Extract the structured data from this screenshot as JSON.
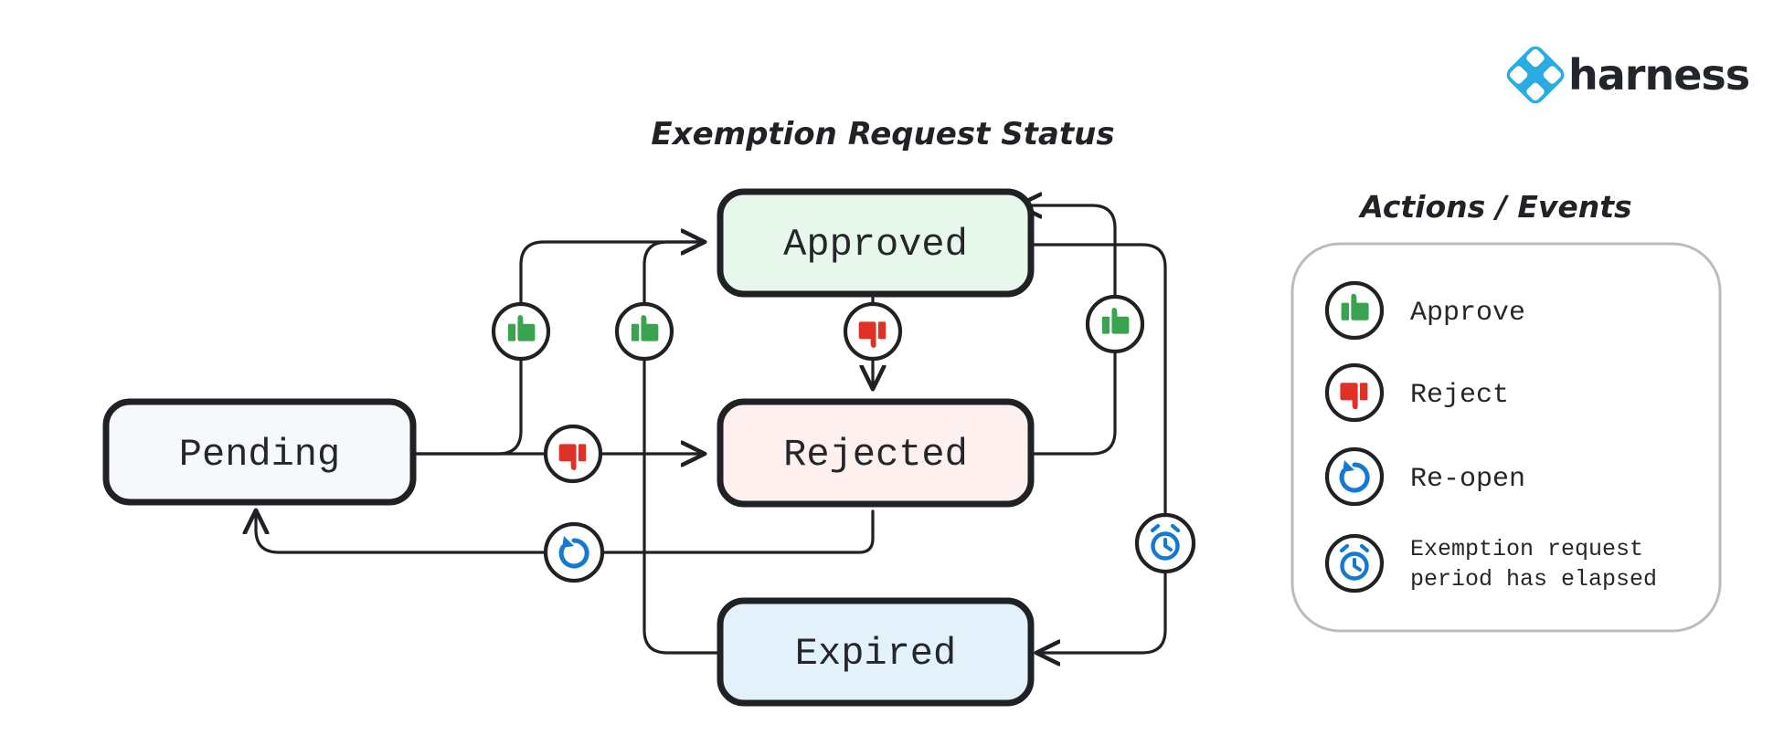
{
  "brand": {
    "name": "harness",
    "logo_icon": "harness-diamond-logo-icon",
    "logo_color": "#29ace2"
  },
  "diagram": {
    "title": "Exemption Request Status",
    "type": "state-machine-flowchart",
    "nodes": [
      {
        "id": "pending",
        "label": "Pending",
        "fill": "#f7f8fa",
        "border": "#1f2124"
      },
      {
        "id": "approved",
        "label": "Approved",
        "fill": "#e8f7ec",
        "border": "#1f2124"
      },
      {
        "id": "rejected",
        "label": "Rejected",
        "fill": "#fdf0ef",
        "border": "#1f2124"
      },
      {
        "id": "expired",
        "label": "Expired",
        "fill": "#e3f1fb",
        "border": "#1f2124"
      }
    ],
    "edges": [
      {
        "from": "pending",
        "to": "approved",
        "action": "approve"
      },
      {
        "from": "pending",
        "to": "rejected",
        "action": "reject"
      },
      {
        "from": "approved",
        "to": "rejected",
        "action": "reject"
      },
      {
        "from": "rejected",
        "to": "approved",
        "action": "approve"
      },
      {
        "from": "expired",
        "to": "approved",
        "action": "approve"
      },
      {
        "from": "approved",
        "to": "expired",
        "action": "elapsed"
      },
      {
        "from": "rejected",
        "to": "pending",
        "action": "reopen"
      }
    ]
  },
  "legend": {
    "title": "Actions / Events",
    "items": [
      {
        "icon": "thumbs-up-icon",
        "icon_color": "#3aa350",
        "label": "Approve"
      },
      {
        "icon": "thumbs-down-icon",
        "icon_color": "#e03127",
        "label": "Reject"
      },
      {
        "icon": "undo-arrow-icon",
        "icon_color": "#1479d0",
        "label": "Re-open"
      },
      {
        "icon": "alarm-clock-icon",
        "icon_color": "#1479d0",
        "label_line1": "Exemption request",
        "label_line2": "period has elapsed"
      }
    ]
  },
  "colors": {
    "stroke": "#1f2124",
    "approve_green": "#3aa350",
    "reject_red": "#e03127",
    "event_blue": "#1479d0",
    "panel_border": "#b9bcc0"
  }
}
